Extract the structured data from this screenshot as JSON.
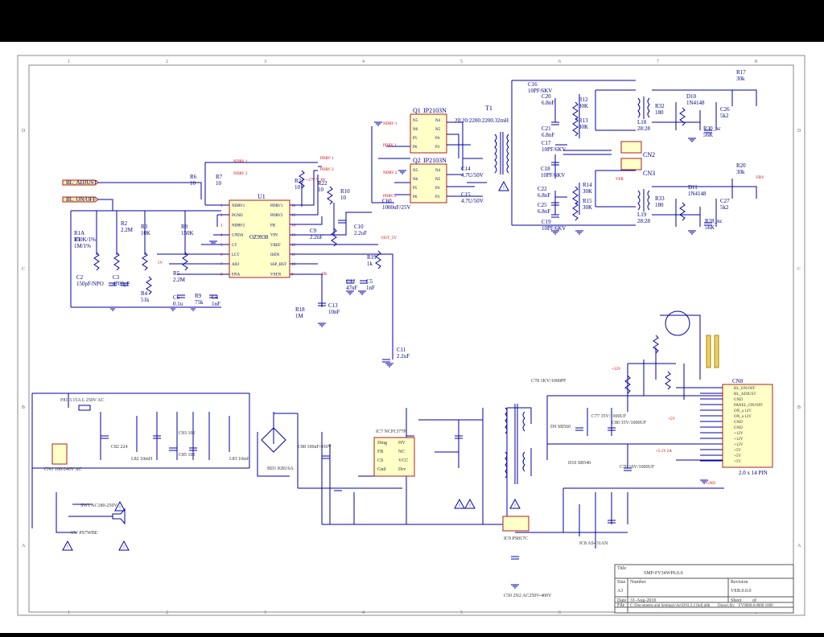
{
  "frame": {
    "columns": [
      "1",
      "2",
      "3",
      "4",
      "5",
      "6",
      "7",
      "8"
    ],
    "rows": [
      "D",
      "C",
      "B",
      "A"
    ]
  },
  "ports": {
    "bl_adjust": "BL_ADJUST",
    "bl_onoff": "BL_ON/OFF"
  },
  "u1": {
    "ref": "U1",
    "part": "OZ9938",
    "left_pins": [
      {
        "num": "1",
        "name": "NDRV1"
      },
      {
        "num": "2",
        "name": "PGND"
      },
      {
        "num": "3",
        "name": "NDRV2"
      },
      {
        "num": "4",
        "name": "GNDA"
      },
      {
        "num": "5",
        "name": "CT"
      },
      {
        "num": "6",
        "name": "LCT"
      },
      {
        "num": "7",
        "name": "ADJ"
      },
      {
        "num": "8",
        "name": "ENA"
      }
    ],
    "right_pins": [
      {
        "num": "16",
        "name": "PDRV1"
      },
      {
        "num": "15",
        "name": "PDRV2"
      },
      {
        "num": "14",
        "name": "FB"
      },
      {
        "num": "13",
        "name": "VIN"
      },
      {
        "num": "12",
        "name": "VREF"
      },
      {
        "num": "11",
        "name": "ISEN"
      },
      {
        "num": "10",
        "name": "SSP_RST"
      },
      {
        "num": "9",
        "name": "VSEN"
      }
    ]
  },
  "mosfets": {
    "q1": {
      "ref": "Q1",
      "part": "IP2103N",
      "pins": [
        "N5",
        "N6",
        "P5",
        "P6",
        "N4",
        "N5",
        "P4",
        "P3"
      ]
    },
    "q2": {
      "ref": "Q2",
      "part": "IP2103N",
      "pins": [
        "N5",
        "N6",
        "P5",
        "P6",
        "N4",
        "N5",
        "P4",
        "P3"
      ]
    }
  },
  "transformer": {
    "ref": "T1",
    "spec": "20:20:2200:2200.32mH"
  },
  "net_labels": {
    "ndrv1_a": "NDRV 1",
    "ndrv2_a": "NDRV 2",
    "pdrv1_a": "PDRV 1",
    "pdrv2_a": "PDRV 2",
    "ndrv1_b": "NDRV 1",
    "ndrv2_b": "NDRV 2",
    "pdrv1_b": "PDRV 1",
    "pdrv2_b": "PDRV 2",
    "v17": "+17V V_IN",
    "vin2": "OUT_5V",
    "fb": "FB",
    "vfb": "VFB",
    "fbv": "FBV",
    "v5": "5V"
  },
  "inverter_parts": [
    {
      "ref": "R6",
      "val": "10"
    },
    {
      "ref": "R7",
      "val": "10"
    },
    {
      "ref": "R21",
      "val": "10"
    },
    {
      "ref": "R22",
      "val": "10"
    },
    {
      "ref": "R10",
      "val": "10"
    },
    {
      "ref": "R1A",
      "val": "150K/1%"
    },
    {
      "ref": "R1",
      "val": "1M/1%"
    },
    {
      "ref": "R2",
      "val": "2.2M"
    },
    {
      "ref": "R3",
      "val": "10K"
    },
    {
      "ref": "R8",
      "val": "150K"
    },
    {
      "ref": "R5",
      "val": "2.2M"
    },
    {
      "ref": "R4",
      "val": "51k"
    },
    {
      "ref": "R9",
      "val": "75k"
    },
    {
      "ref": "R18",
      "val": "1M"
    },
    {
      "ref": "R19",
      "val": "1k"
    },
    {
      "ref": "C2",
      "val": "150pF/NPO"
    },
    {
      "ref": "C3",
      "val": "4700pF"
    },
    {
      "ref": "C6",
      "val": "0.1u"
    },
    {
      "ref": "C4",
      "val": "1nF"
    },
    {
      "ref": "C9",
      "val": "2.2uF"
    },
    {
      "ref": "C10",
      "val": "2.2uF"
    },
    {
      "ref": "C12",
      "val": "47nF"
    },
    {
      "ref": "C5",
      "val": "1nF"
    },
    {
      "ref": "C13",
      "val": "10nF"
    },
    {
      "ref": "C11",
      "val": "2.2uF"
    },
    {
      "ref": "C60",
      "val": "1000uF/25V"
    },
    {
      "ref": "C14",
      "val": "4.7U/50V"
    },
    {
      "ref": "C15",
      "val": "4.7U/50V"
    }
  ],
  "hv_parts": [
    {
      "ref": "C16",
      "val": "10PF/6KV"
    },
    {
      "ref": "C20",
      "val": "6.8nF"
    },
    {
      "ref": "C21",
      "val": "6.8nF"
    },
    {
      "ref": "C17",
      "val": "10PF/6KV"
    },
    {
      "ref": "C18",
      "val": "10PF/6KV"
    },
    {
      "ref": "C22",
      "val": "6.8nF"
    },
    {
      "ref": "C25",
      "val": "6.8nF"
    },
    {
      "ref": "C19",
      "val": "10PF/6KV"
    },
    {
      "ref": "R12",
      "val": "30K"
    },
    {
      "ref": "R13",
      "val": "30K"
    },
    {
      "ref": "R14",
      "val": "30K"
    },
    {
      "ref": "R15",
      "val": "30K"
    },
    {
      "ref": "R32",
      "val": "180"
    },
    {
      "ref": "R33",
      "val": "180"
    },
    {
      "ref": "R17",
      "val": "30k"
    },
    {
      "ref": "R20",
      "val": "30k"
    },
    {
      "ref": "R30_nc",
      "val": "56K"
    },
    {
      "ref": "R28_nc",
      "val": "56K"
    },
    {
      "ref": "C26",
      "val": "5k2"
    },
    {
      "ref": "C27",
      "val": "5k2"
    },
    {
      "ref": "D10",
      "val": "1N4148"
    },
    {
      "ref": "D11",
      "val": "1N4148"
    },
    {
      "ref": "L18",
      "val": "28:28"
    },
    {
      "ref": "L19",
      "val": "28:28"
    }
  ],
  "connectors": {
    "cn2": "CN2",
    "cn3": "CN3"
  },
  "psu": {
    "fuse": "F81 3.15A L 250V AC",
    "ac_conn": "CN1 100-240V AC",
    "switch": "SW1 AC180-250V",
    "switch_part": "SW PS7WBE",
    "bridge": "BD1 KBU6A",
    "ic_ref": "IC7 NCP1377P",
    "ic_pins_left": [
      "Dmg",
      "FB",
      "CS",
      "Gnd"
    ],
    "ic_pins_right": [
      "HV",
      "NC",
      "VCC",
      "Drv"
    ],
    "opto": "IC9 PS817C",
    "tl431": "IC8 AS431AN",
    "out_conn": "CN8",
    "out_conn_desc": "2.0 x 14 PIN",
    "out_pins": [
      "BL_ON/OFF",
      "BL_ADJUST",
      "GND",
      "PANEL_ON/OFF",
      "ON_a 12V",
      "ON_a 12V",
      "GND",
      "GND",
      "+12V",
      "+12V",
      "+12V",
      "+5V",
      "+5V",
      "+5V"
    ],
    "labels": {
      "rail5": "+5V",
      "rail12": "+12V",
      "gnd": "GND",
      "v5b": "+5.1V 2A",
      "capx": "C82 224",
      "cap1": "C83 102",
      "cap2": "C85 102",
      "bulk": "C88 100uF/450V",
      "ct": "C50 2N2 AC250V-400V",
      "lf1": "L82 10mH",
      "lf2": "L83 10mH",
      "d9": "D9 SB560",
      "d10": "D10 SB540",
      "c78": "C78 1KV/1000PF",
      "c80": "C80 35V/1000UF",
      "c77": "C77 35V/1000UF",
      "c76": "C76 10V/1000UF"
    }
  },
  "title_block": {
    "title_label": "Title",
    "title": "SMP-FV34WP6.0.0",
    "size_label": "Size",
    "size": "A3",
    "number_label": "Number",
    "revision_label": "Revision",
    "revision": "VER.0.0.0",
    "date_label": "Date",
    "date": "31-Aug-2010",
    "sheet_label": "Sheet",
    "sheet_of": "of",
    "file_label": "File",
    "file": "C:\\Documents and Settings\\\\Ac6293.2.2 [bd].ddb",
    "drawn_label": "Drawn By",
    "drawn": "FV9000.0.0000 1000"
  }
}
